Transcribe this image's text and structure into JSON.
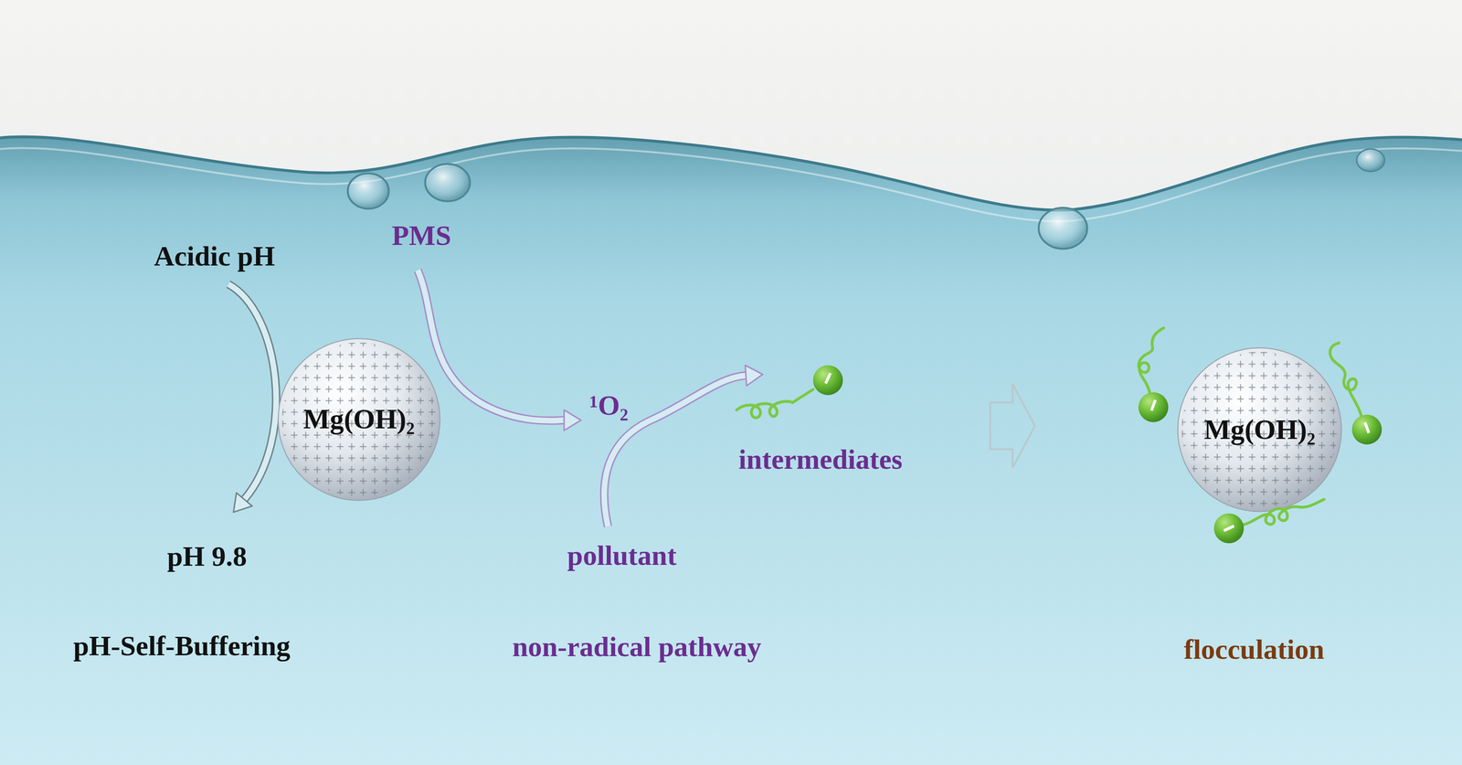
{
  "diagram": {
    "nodes": [
      {
        "text": [
          "Mg(OH)₂"
        ]
      },
      {
        "text": [
          "Mg(OH)₂"
        ]
      }
    ],
    "labels": [
      "PMS",
      "Acidic pH",
      "¹O₂",
      "intermediates",
      "pollutant",
      "pH 9.8",
      "pH-Self-Buffering",
      "non-radical pathway",
      "flocculation"
    ]
  }
}
